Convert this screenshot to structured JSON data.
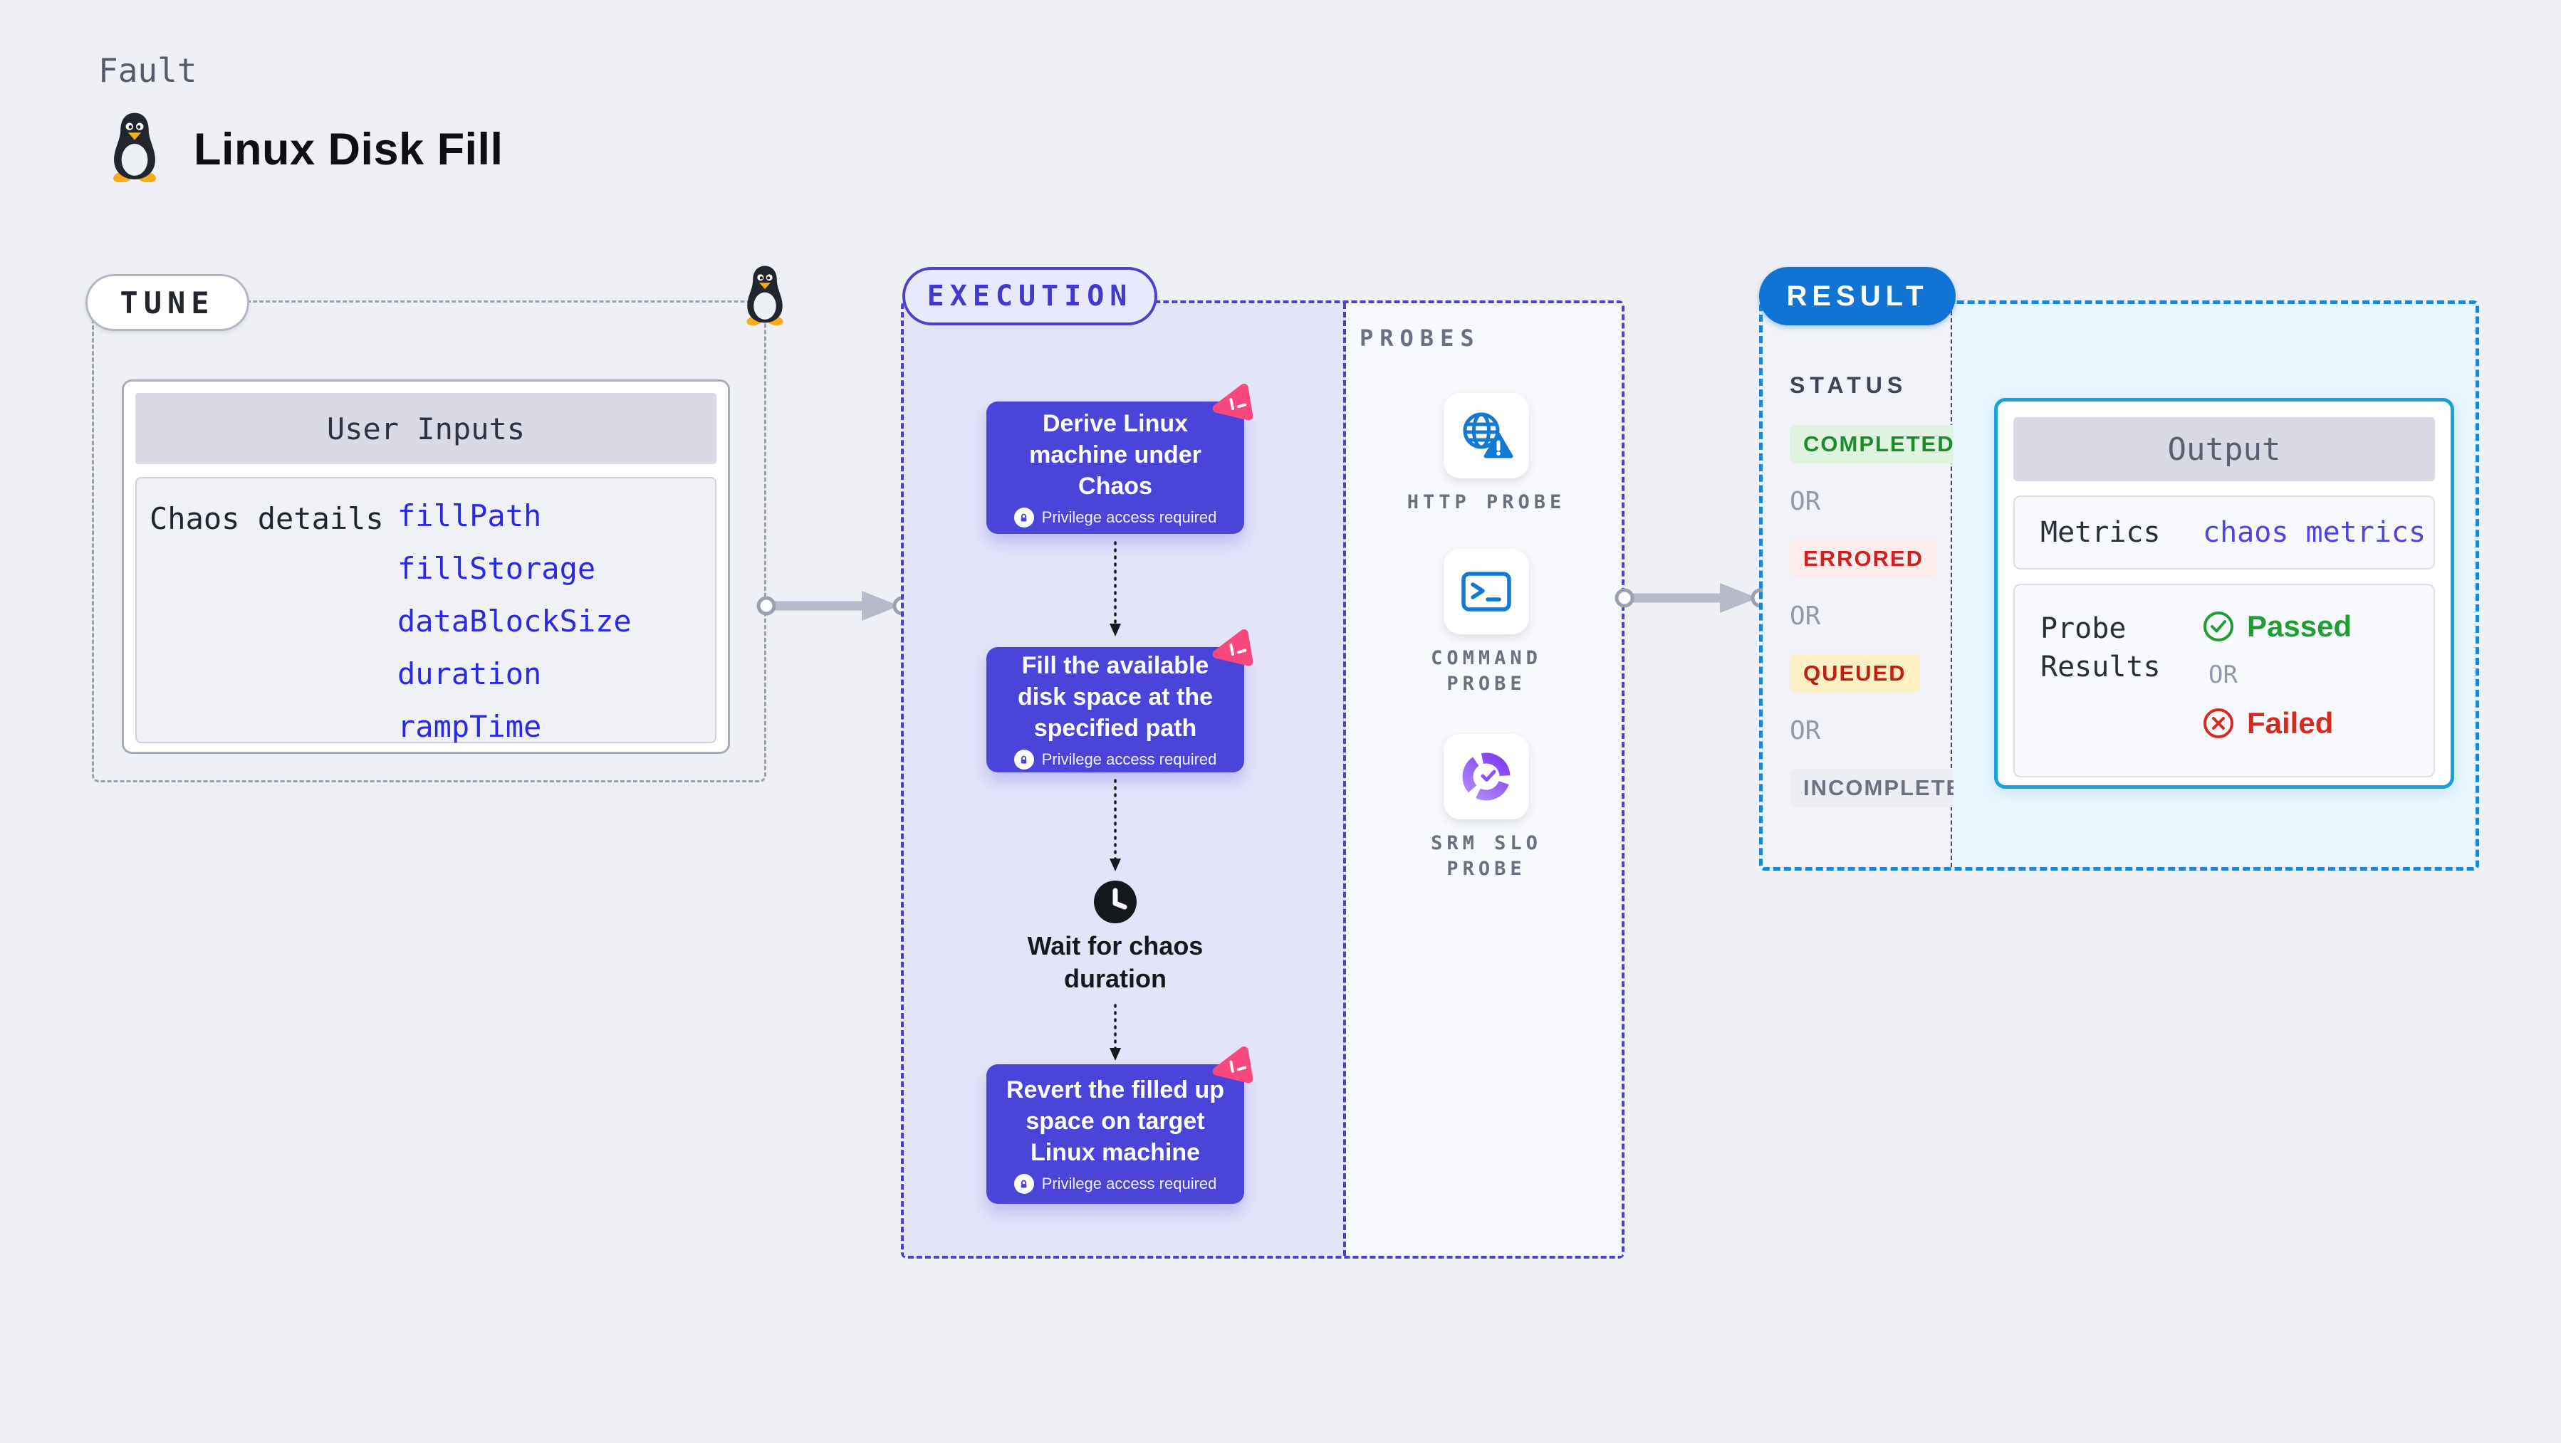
{
  "page": {
    "kicker": "Fault",
    "title": "Linux Disk Fill"
  },
  "tune": {
    "label": "TUNE",
    "card": {
      "header": "User Inputs",
      "row_label": "Chaos details",
      "inputs": [
        "fillPath",
        "fillStorage",
        "dataBlockSize",
        "duration",
        "rampTime"
      ]
    }
  },
  "execution": {
    "label": "EXECUTION",
    "steps": [
      {
        "title": "Derive Linux\nmachine under\nChaos",
        "badge": "Privilege access required"
      },
      {
        "title": "Fill the available\ndisk space at the\nspecified path",
        "badge": "Privilege access required"
      },
      {
        "title": "Revert the filled up\nspace on target\nLinux machine",
        "badge": "Privilege access required"
      }
    ],
    "wait_label": "Wait for chaos\nduration"
  },
  "probes": {
    "label": "PROBES",
    "items": [
      {
        "name": "HTTP PROBE",
        "icon": "globe-warning-icon"
      },
      {
        "name": "COMMAND\nPROBE",
        "icon": "terminal-icon"
      },
      {
        "name": "SRM SLO\nPROBE",
        "icon": "slo-donut-icon"
      }
    ]
  },
  "result": {
    "label": "RESULT",
    "status": {
      "heading": "STATUS",
      "or": "OR",
      "items": [
        {
          "label": "COMPLETED",
          "type": "success"
        },
        {
          "label": "ERRORED",
          "type": "error"
        },
        {
          "label": "QUEUED",
          "type": "queued"
        },
        {
          "label": "INCOMPLETED",
          "type": "muted"
        }
      ]
    },
    "output": {
      "header": "Output",
      "metrics_label": "Metrics",
      "metrics_link": "chaos metrics",
      "probe_results_label": "Probe Results",
      "passed": "Passed",
      "or": "OR",
      "failed": "Failed"
    }
  },
  "icons": {
    "tux-icon": "linux penguin mascot",
    "litmus-chaos-icon": "pink rounded chaos triangle",
    "lock-icon": "privilege lock",
    "clock-icon": "wait clock",
    "globe-warning-icon": "globe with warning triangle",
    "terminal-icon": "command terminal >_",
    "slo-donut-icon": "purple donut with check",
    "check-circle-icon": "green check in circle",
    "x-circle-icon": "red cross in circle",
    "arrow-right-icon": "gray flow arrow"
  },
  "colors": {
    "background": "#eef0f5",
    "step_purple": "#4b44d8",
    "execution_accent": "#4a42cf",
    "execution_fill": "#e4e4f9",
    "result_blue": "#1173d2",
    "result_dash": "#1a86da",
    "result_fill": "#e8f6fd",
    "output_border": "#17a2df",
    "link_blue": "#2b2ae2",
    "probe_icon_blue": "#1479d2",
    "chaos_pink": "#f8487e",
    "passed_green": "#1f9e33",
    "failed_red": "#d62a1e"
  }
}
